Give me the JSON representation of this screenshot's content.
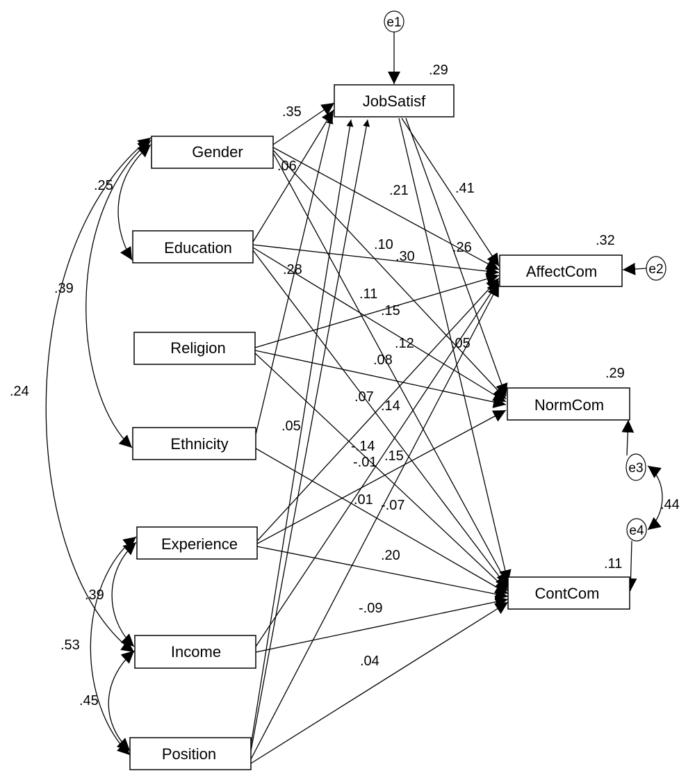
{
  "nodes": {
    "job": "JobSatisf",
    "gender": "Gender",
    "education": "Education",
    "religion": "Religion",
    "ethnicity": "Ethnicity",
    "experience": "Experience",
    "income": "Income",
    "position": "Position",
    "affect": "AffectCom",
    "norm": "NormCom",
    "cont": "ContCom"
  },
  "errors": {
    "e1": "e1",
    "e2": "e2",
    "e3": "e3",
    "e4": "e4"
  },
  "r_squared": {
    "job": ".29",
    "affect": ".32",
    "norm": ".29",
    "cont": ".11"
  },
  "covariances": {
    "gender_education": ".25",
    "gender_ethnicity": ".39",
    "gender_income": ".24",
    "experience_income": ".39",
    "experience_position": ".53",
    "income_position": ".45",
    "e3_e4": ".44"
  },
  "path_coefficients": {
    "gender_job": ".35",
    "education_job": ".06",
    "gender_affect": ".21",
    "job_affect": ".41",
    "gender_norm": ".10",
    "education_affect": ".30",
    "job_norm": ".26",
    "education_norm": ".28",
    "c_11": ".11",
    "c_15": ".15",
    "c_12": ".12",
    "c_05a": ".05",
    "c_08": ".08",
    "c_07": ".07",
    "c_14": ".14",
    "c_05b": ".05",
    "c_m14": "-.14",
    "c_m01": "-.01",
    "c_15b": ".15",
    "c_01": ".01",
    "c_m07": "-.07",
    "experience_cont": ".20",
    "income_cont": "-.09",
    "position_cont": ".04"
  }
}
